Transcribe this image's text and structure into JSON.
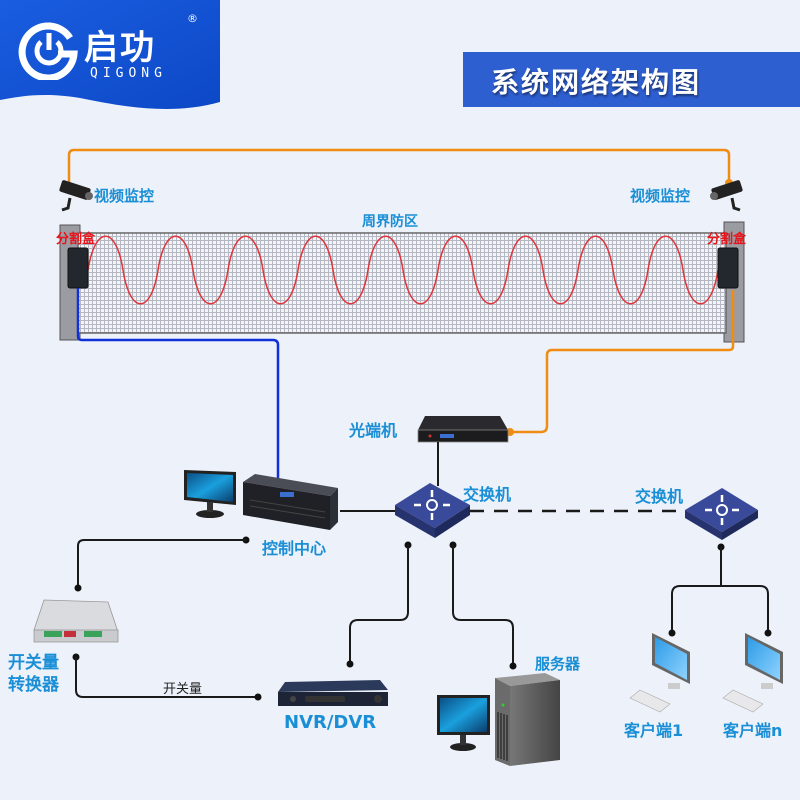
{
  "brand": {
    "name_cn": "启功",
    "name_en": "QIGONG",
    "registered_mark": "®",
    "icon": "power-g-logo-icon",
    "band_color": "#1554d1"
  },
  "header": {
    "title": "系统网络架构图",
    "title_bg": "#2e5fd1"
  },
  "perimeter": {
    "zone_label": "周界防区",
    "left_camera_label": "视频监控",
    "right_camera_label": "视频监控",
    "left_splitter_label": "分割盒",
    "right_splitter_label": "分割盒"
  },
  "devices": {
    "optical_transceiver": "光端机",
    "switch_main": "交换机",
    "switch_remote": "交换机",
    "control_center": "控制中心",
    "io_converter_line1": "开关量",
    "io_converter_line2": "转换器",
    "io_link_label": "开关量",
    "nvr": "NVR/DVR",
    "server": "服务器",
    "client_1": "客户端1",
    "client_n": "客户端n"
  },
  "colors": {
    "label_blue": "#1a8fd6",
    "label_red": "#e8141b",
    "fiber_orange": "#f08c12",
    "signal_blue": "#1030d8",
    "cable_black": "#1a1a1a",
    "wave_red": "#e0333a",
    "switch_navy": "#3a4a9a",
    "background": "#edf1fa"
  }
}
